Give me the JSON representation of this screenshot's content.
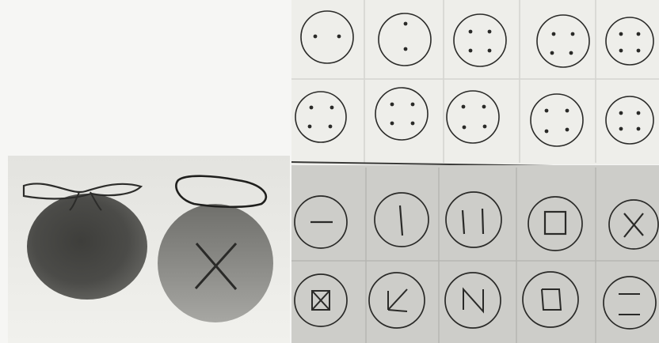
{
  "scene": {
    "description_free": true,
    "panels": [
      {
        "id": "button-photo",
        "items": [
          "dark-round-button-with-string",
          "light-round-button-with-cross"
        ]
      },
      {
        "id": "hole-cards-top",
        "rows": 2,
        "cols": 5
      },
      {
        "id": "laced-cards-bottom",
        "rows": 2,
        "cols": 5
      }
    ]
  },
  "colors": {
    "paper": "#f4f4f2",
    "card_light": "#eeeeea",
    "card_dark": "#cfcfcb",
    "ink": "#2a2a28",
    "button_dark": "#4a4a47",
    "button_mid": "#8a8a86",
    "photo_bg": "#dcdcd8"
  }
}
